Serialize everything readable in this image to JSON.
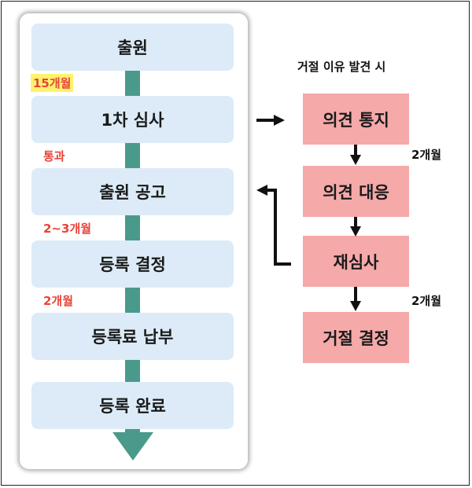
{
  "main_flow": {
    "steps": [
      "출원",
      "1차 심사",
      "출원 공고",
      "등록 결정",
      "등록료 납부",
      "등록 완료"
    ],
    "notes": [
      "15개월",
      "통과",
      "2~3개월",
      "2개월"
    ]
  },
  "rejection_flow": {
    "title": "거절 이유 발견 시",
    "steps": [
      "의견 통지",
      "의견 대응",
      "재심사",
      "거절 결정"
    ],
    "durations": [
      "2개월",
      "2개월"
    ]
  },
  "colors": {
    "main_step_bg": "#dcebf7",
    "connector": "#4a9a8b",
    "note_text": "#e8443a",
    "highlight": "#fff36e",
    "rejection_step_bg": "#f5a9a9"
  }
}
